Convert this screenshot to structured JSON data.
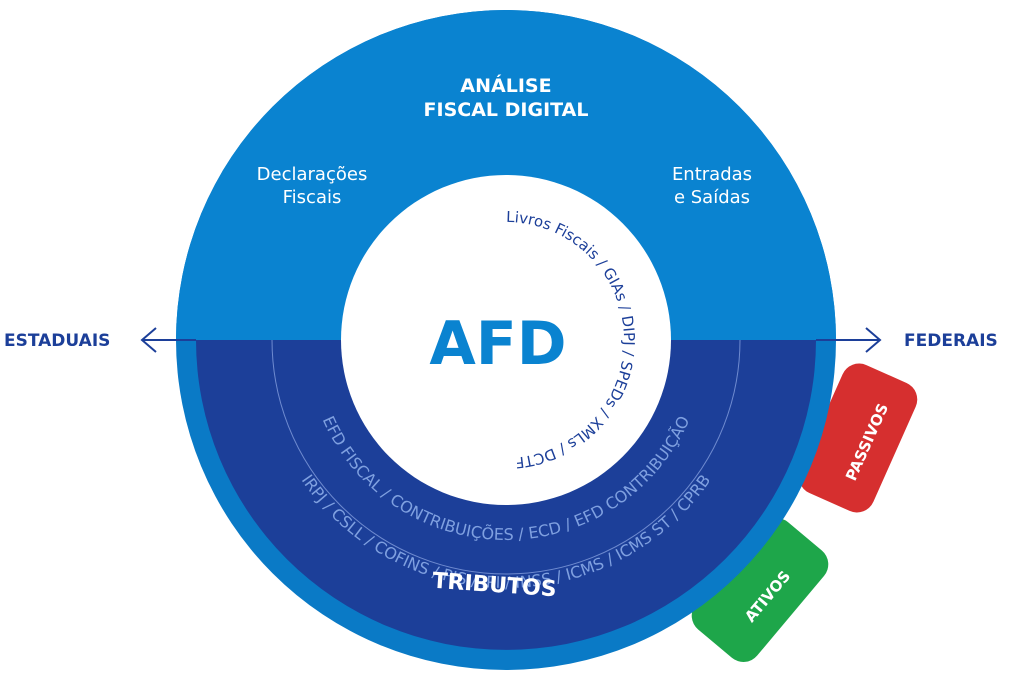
{
  "center": {
    "title": "AFD"
  },
  "top": {
    "title_line1": "ANÁLISE",
    "title_line2": "FISCAL DIGITAL",
    "left_line1": "Declarações",
    "left_line2": "Fiscais",
    "right_line1": "Entradas",
    "right_line2": "e Saídas"
  },
  "inner_arc": "Livros Fiscais / GIAs / DIPJ / SPEDs / XMLs / DCTF",
  "middle_arc": "EFD FISCAL / CONTRIBUIÇÕES / ECD / EFD CONTRIBUIÇÃO",
  "outer_arc": "IRPJ / CSLL / COFINS / PIS / IPI / INSS / ICMS / ICMS ST / CPRB",
  "bottom_label": "TRIBUTOS",
  "left_label": "ESTADUAIS",
  "right_label": "FEDERAIS",
  "tabs": {
    "passivos": "PASSIVOS",
    "ativos": "ATIVOS"
  },
  "colors": {
    "top_half": "#0a83d0",
    "bottom_half": "#1c3f99",
    "outer_ring": "#0a7ac6",
    "text_dark": "#1c3f99",
    "passivos": "#d62f2f",
    "ativos": "#1ea64a"
  }
}
